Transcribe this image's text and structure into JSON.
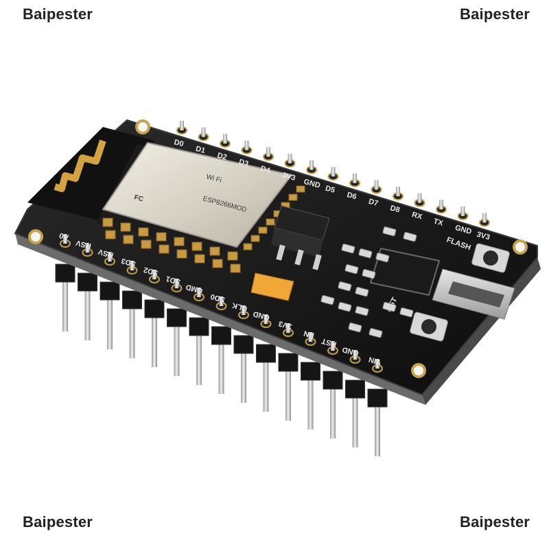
{
  "watermark": {
    "top_left": "Baipester",
    "top_right": "Baipester",
    "bottom_left": "Baipester",
    "bottom_right": "Baipester"
  },
  "board": {
    "module_label": "ESP8266MOD",
    "module_sub": "Wi Fi",
    "fc_mark": "FC",
    "top_pins": [
      "D0",
      "D1",
      "D2",
      "D3",
      "D4",
      "3V3",
      "GND",
      "D5",
      "D6",
      "D7",
      "D8",
      "RX",
      "TX",
      "GND",
      "3V3"
    ],
    "bottom_pins": [
      "A0",
      "RSV",
      "RSV",
      "SD3",
      "SD2",
      "SD1",
      "CMD",
      "SD0",
      "CLK",
      "GND",
      "3V3",
      "EN",
      "RST",
      "GND",
      "VIN"
    ],
    "flash_button": "FLASH",
    "reset_button": "RST"
  }
}
